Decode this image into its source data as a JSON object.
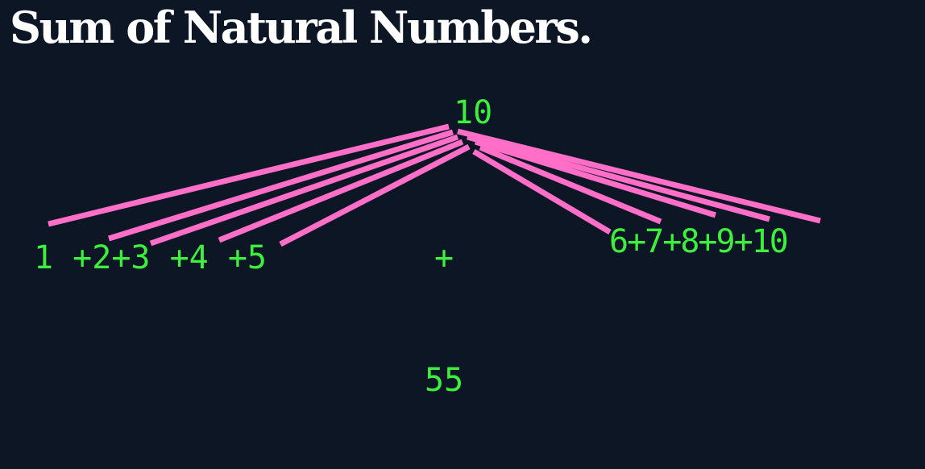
{
  "title": "Sum of Natural Numbers.",
  "diagram": {
    "top_value": "10",
    "left_sequence": "1 +2+3 +4 +5",
    "middle_operator": "+",
    "right_sequence": "6+7+8+9+10",
    "result": "55"
  },
  "colors": {
    "background": "#0d1624",
    "text_green": "#3ef03e",
    "line_pink": "#ff6ec7",
    "title_white": "#ffffff"
  }
}
